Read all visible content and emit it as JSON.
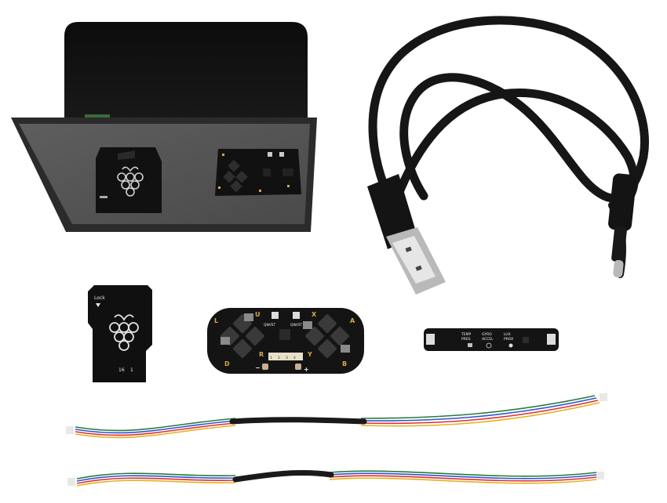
{
  "sd_card": {
    "label": "Lock",
    "markings": [
      "16",
      "1"
    ]
  },
  "controller_board": {
    "button_letters": [
      "L",
      "U",
      "D",
      "R",
      "X",
      "A",
      "B",
      "Y"
    ],
    "connector_labels": [
      "QW/ST",
      "QW/ST"
    ],
    "switch_numbers": [
      "1",
      "2",
      "3",
      "4"
    ],
    "volume_signs": [
      "−",
      "+"
    ]
  },
  "sensor_board": {
    "lines": [
      "TEMP",
      "PRES",
      "GYRO",
      "ACCEL",
      "LUX",
      "PROX"
    ]
  },
  "colors": {
    "background": "#ffffff",
    "display": "#1b1b1b",
    "pcb": "#141414",
    "cable": "#161616",
    "gold": "#d9a84a"
  }
}
